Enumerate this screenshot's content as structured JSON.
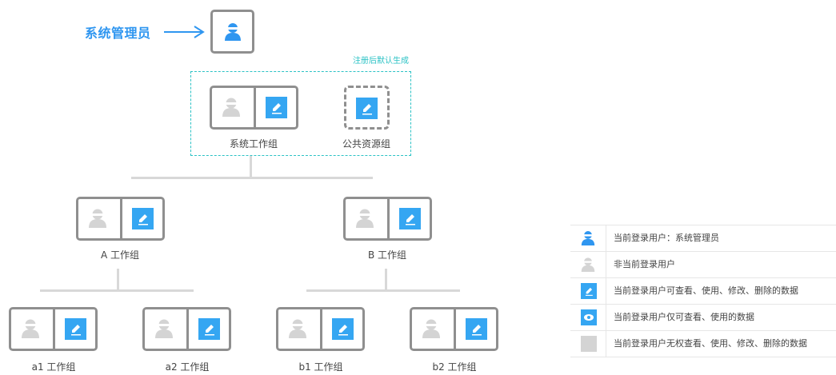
{
  "admin": {
    "label": "系统管理员"
  },
  "note": "注册后默认生成",
  "groups": {
    "system": "系统工作组",
    "public": "公共资源组",
    "a": "A 工作组",
    "b": "B 工作组",
    "a1": "a1 工作组",
    "a2": "a2 工作组",
    "b1": "b1 工作组",
    "b2": "b2 工作组"
  },
  "legend": [
    {
      "icon": "current-user-icon",
      "text": "当前登录用户：系统管理员"
    },
    {
      "icon": "other-user-icon",
      "text": "非当前登录用户"
    },
    {
      "icon": "edit-icon",
      "text": "当前登录用户可查看、使用、修改、删除的数据"
    },
    {
      "icon": "view-icon",
      "text": "当前登录用户仅可查看、使用的数据"
    },
    {
      "icon": "no-access-icon",
      "text": "当前登录用户无权查看、使用、修改、删除的数据"
    }
  ],
  "colors": {
    "accent": "#2f96f0",
    "teal": "#2bc2c5",
    "edit": "#35a6f2",
    "border": "#8f8f8f",
    "line": "#d8d8d8"
  }
}
